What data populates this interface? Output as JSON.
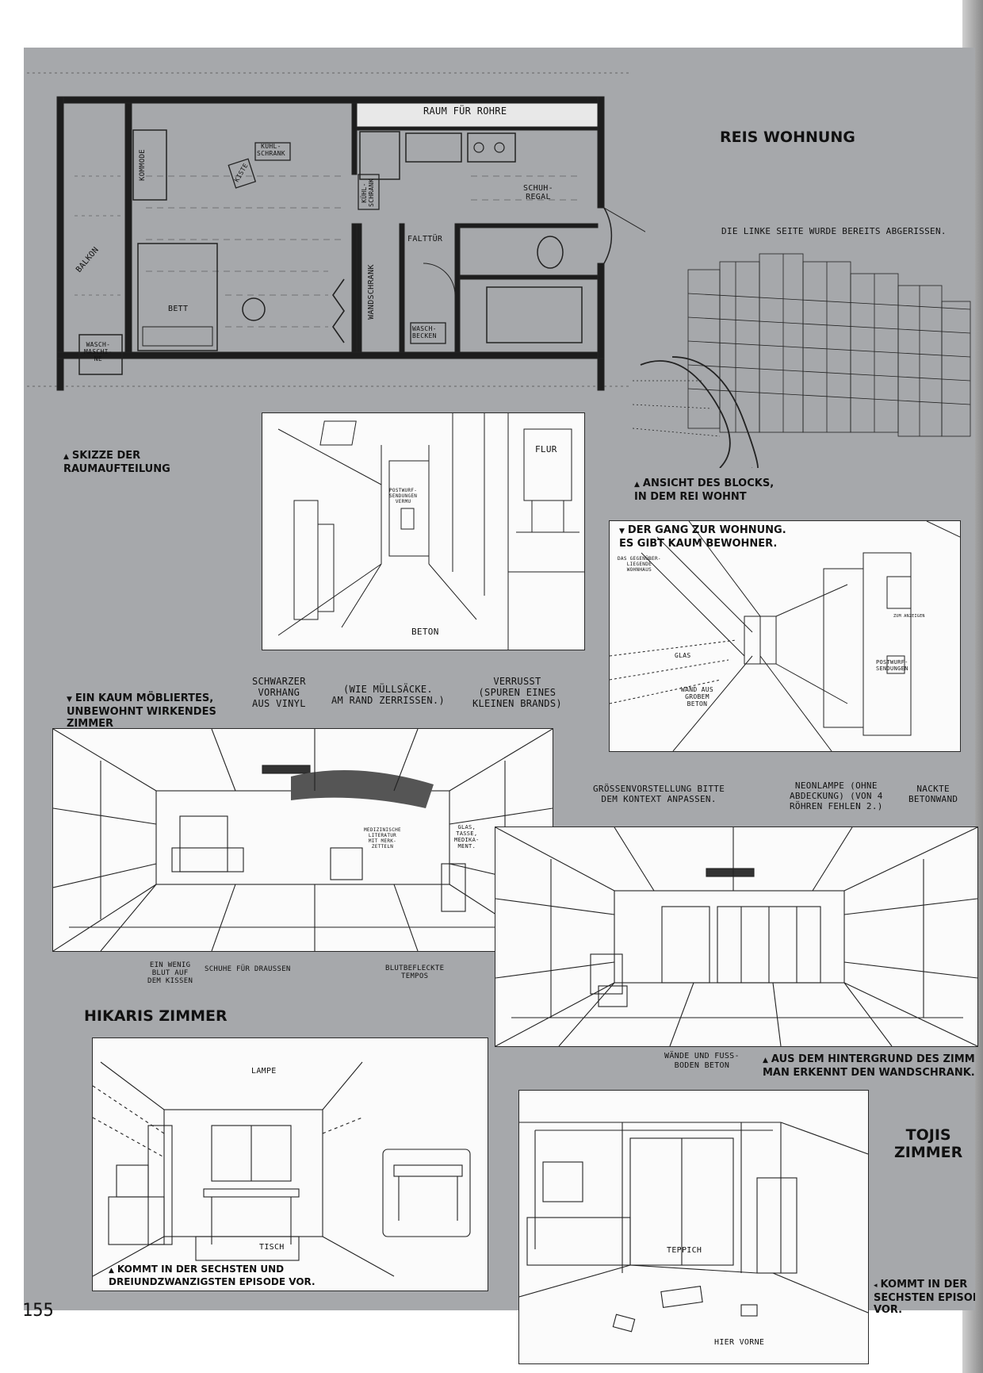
{
  "page_number": "155",
  "headings": {
    "rei": "REIS WOHNUNG",
    "hikari": "HIKARIS ZIMMER",
    "toji": "TOJIS\nZIMMER"
  },
  "floorplan": {
    "labels": {
      "rohre": "RAUM FÜR ROHRE",
      "kuehl1": "KÜHL-\nSCHRANK",
      "kiste": "KISTE",
      "kuehl2": "KÜHL-\nSCHRANK",
      "schuh": "SCHUH-\nREGAL",
      "kommode": "KOMMODE",
      "balkon": "BALKON",
      "falttuer": "FALTTÜR",
      "bett": "BETT",
      "wandschrank": "WANDSCHRANK",
      "waschmaschine": "WASCH-\nMASCHI-\nNE",
      "waschbecken": "WASCH-\nBECKEN"
    }
  },
  "captions": {
    "skizze": "SKIZZE DER\nRAUMAUFTEILUNG",
    "block_note": "DIE LINKE SEITE WURDE BEREITS ABGERISSEN.",
    "ansicht": "ANSICHT DES BLOCKS,\nIN DEM REI WOHNT",
    "gang": "DER GANG ZUR WOHNUNG.\nES GIBT KAUM BEWOHNER.",
    "zimmer": "EIN KAUM MÖBLIERTES,\nUNBEWOHNT WIRKENDES\nZIMMER",
    "hintergrund": "AUS DEM HINTERGRUND DES ZIMM\nMAN ERKENNT DEN WANDSCHRANK.",
    "hikari_ep": "KOMMT IN DER SECHSTEN UND\nDREIUNDZWANZIGSTEN EPISODE VOR.",
    "toji_ep": "KOMMT IN DER\nSECHSTEN EPISODE\nVOR."
  },
  "flur_panel": {
    "flur": "FLUR",
    "beton": "BETON",
    "postwurf": "POSTWURF-\nSENDUNGEN\nVERMU"
  },
  "gang_panel": {
    "gegenueber": "DAS GEGENÜBER-\nLIEGENDE\nWOHNHAUS",
    "glas": "GLAS",
    "wand": "WAND AUS\nGROBEM\nBETON",
    "postwurf": "POSTWURF-\nSENDUNGEN",
    "zum_anzeigen": "ZUM ANZEIGEN"
  },
  "zimmer_notes": {
    "vorhang": "SCHWARZER\nVORHANG\nAUS VINYL",
    "muell": "(WIE MÜLLSÄCKE.\nAM RAND ZERRISSEN.)",
    "verrusst": "VERRUSST\n(SPUREN EINES\nKLEINEN BRANDS)",
    "blut": "EIN WENIG\nBLUT AUF\nDEM KISSEN",
    "schuhe": "SCHUHE FÜR DRAUSSEN",
    "tempos": "BLUTBEFLECKTE\nTEMPOS",
    "literatur": "MEDIZINISCHE\nLITERATUR\nMIT MERK-\nZETTELN",
    "glas": "GLAS,\nTASSE,\nMEDIKA-\nMENT."
  },
  "room2_notes": {
    "groesse": "GRÖSSENVORSTELLUNG BITTE\nDEM KONTEXT ANPASSEN.",
    "neonlampe": "NEONLAMPE (OHNE\nABDECKUNG) (VON 4\nRÖHREN FEHLEN 2.)",
    "nackte": "NACKTE\nBETONWAND",
    "waende": "WÄNDE UND FUSS-\nBODEN BETON"
  },
  "hikari_panel": {
    "lampe": "LAMPE",
    "tisch": "TISCH"
  },
  "toji_panel": {
    "teppich": "TEPPICH",
    "hier_vorne": "HIER VORNE"
  },
  "colors": {
    "board": "#a6a8ab",
    "ink": "#111111",
    "paper": "#fbfbfb"
  }
}
